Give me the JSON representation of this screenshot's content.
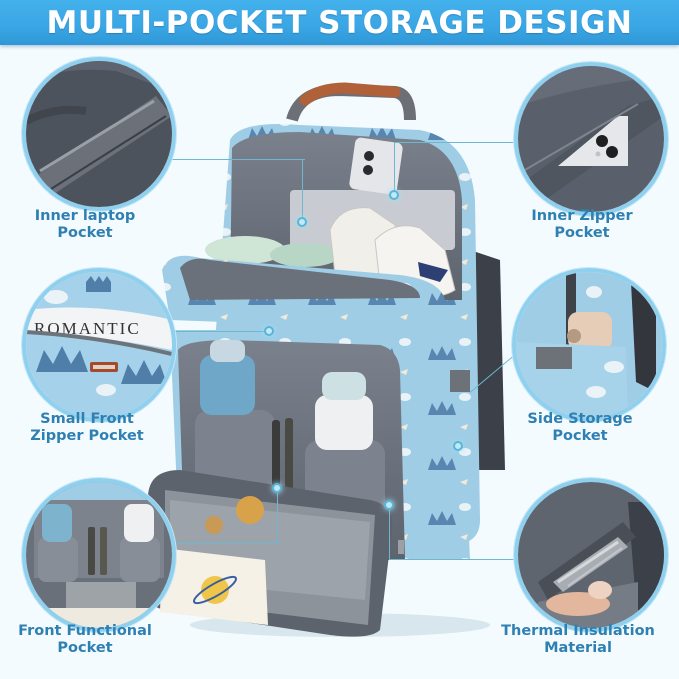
{
  "banner": {
    "title": "MULTI-POCKET STORAGE DESIGN",
    "background_color": "#3aa6e4",
    "text_color": "#ffffff"
  },
  "callouts": [
    {
      "id": "inner-laptop-pocket",
      "label_line1": "Inner laptop",
      "label_line2": "Pocket",
      "side": "left",
      "position": "top"
    },
    {
      "id": "small-front-zipper-pocket",
      "label_line1": "Small Front",
      "label_line2": "Zipper Pocket",
      "side": "left",
      "position": "middle",
      "visible_text": "ROMANTIC"
    },
    {
      "id": "front-functional-pocket",
      "label_line1": "Front Functional",
      "label_line2": "Pocket",
      "side": "left",
      "position": "bottom"
    },
    {
      "id": "inner-zipper-pocket",
      "label_line1": "Inner Zipper",
      "label_line2": "Pocket",
      "side": "right",
      "position": "top"
    },
    {
      "id": "side-storage-pocket",
      "label_line1": "Side Storage",
      "label_line2": "Pocket",
      "side": "right",
      "position": "middle"
    },
    {
      "id": "thermal-insulation-material",
      "label_line1": "Thermal Insulation",
      "label_line2": "Material",
      "side": "right",
      "position": "bottom"
    }
  ],
  "colors": {
    "label_text": "#2f80b2",
    "circle_border": "#8fd0ef",
    "page_background": "#f4fbfe",
    "bag_fabric": "#9fcde6",
    "bag_crown_print": "#4f7fa8",
    "bag_lining": "#6d7480",
    "handle_leather": "#b0613a"
  }
}
